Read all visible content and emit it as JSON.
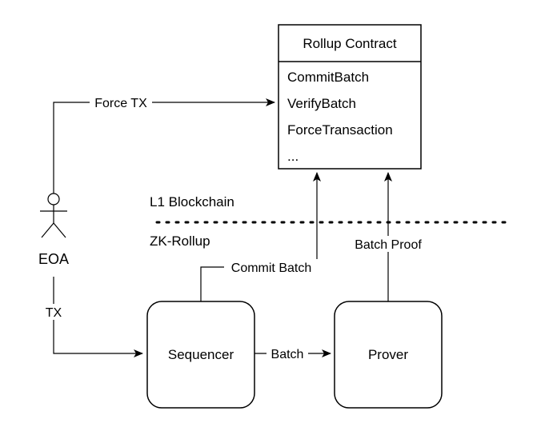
{
  "rollup_contract": {
    "title": "Rollup Contract",
    "methods": [
      "CommitBatch",
      "VerifyBatch",
      "ForceTransaction",
      "..."
    ]
  },
  "layers": {
    "l1": "L1 Blockchain",
    "l2": "ZK-Rollup"
  },
  "actors": {
    "eoa": "EOA"
  },
  "nodes": {
    "sequencer": "Sequencer",
    "prover": "Prover"
  },
  "edges": {
    "force_tx": "Force TX",
    "tx": "TX",
    "batch": "Batch",
    "commit_batch": "Commit Batch",
    "batch_proof": "Batch Proof"
  },
  "colors": {
    "stroke": "#000000",
    "background": "#ffffff"
  }
}
